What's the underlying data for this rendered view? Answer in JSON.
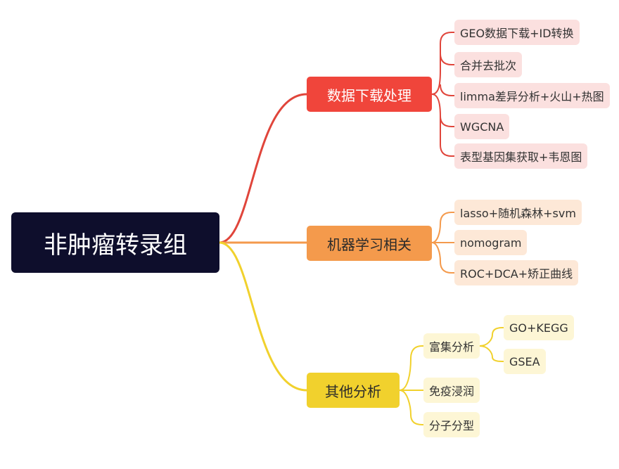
{
  "root": "非肿瘤转录组",
  "colors": {
    "root": "#0e0e2c",
    "red": "#f0453b",
    "orange": "#f49a4c",
    "yellow": "#f1d12d"
  },
  "branches": [
    {
      "label": "数据下载处理",
      "children": [
        "GEO数据下载+ID转换",
        "合并去批次",
        "limma差异分析+火山+热图",
        "WGCNA",
        "表型基因集获取+韦恩图"
      ]
    },
    {
      "label": "机器学习相关",
      "children": [
        "lasso+随机森林+svm",
        "nomogram",
        "ROC+DCA+矫正曲线"
      ]
    },
    {
      "label": "其他分析",
      "children": [
        {
          "label": "富集分析",
          "children": [
            "GO+KEGG",
            "GSEA"
          ]
        },
        {
          "label": "免疫浸润"
        },
        {
          "label": "分子分型"
        }
      ]
    }
  ]
}
